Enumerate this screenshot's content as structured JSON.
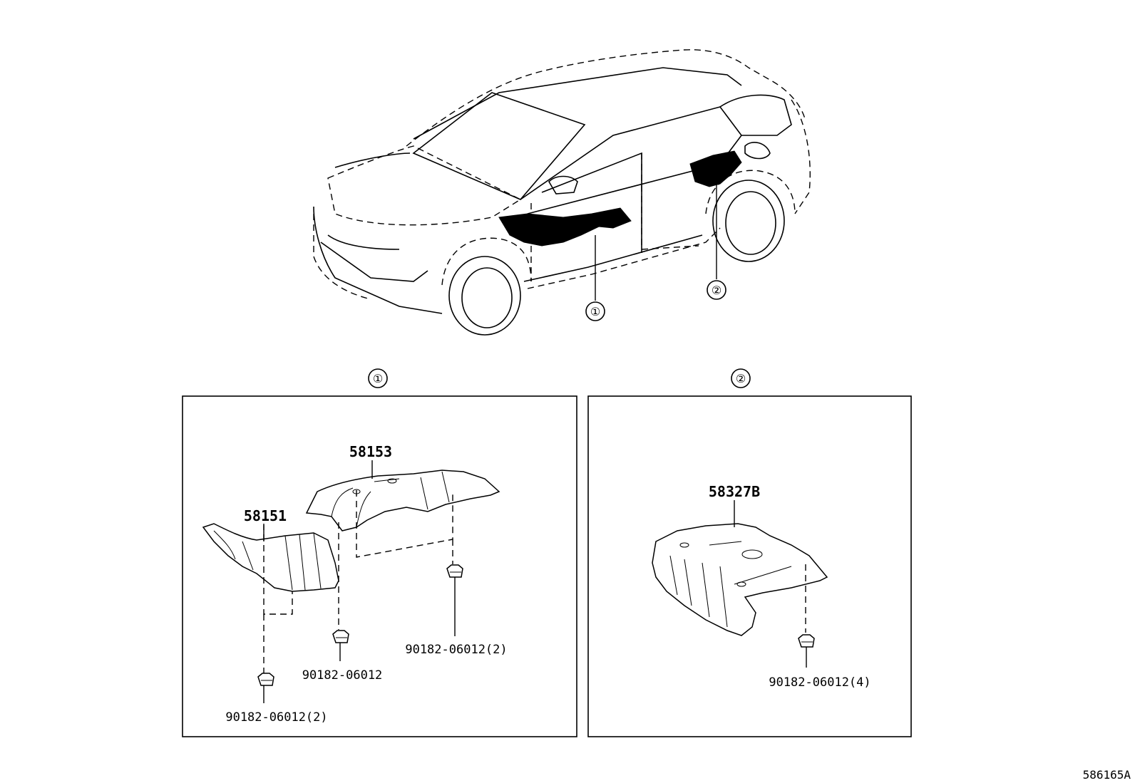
{
  "diagram": {
    "callouts": [
      "①",
      "②"
    ],
    "panel1": {
      "header": "①",
      "parts": {
        "upper_cover": "58153",
        "front_cover": "58151",
        "clip_right": "90182-06012(2)",
        "clip_middle": "90182-06012",
        "clip_left": "90182-06012(2)"
      }
    },
    "panel2": {
      "header": "②",
      "parts": {
        "rear_cover": "58327B",
        "clip": "90182-06012(4)"
      }
    },
    "reference_code": "586165A"
  }
}
